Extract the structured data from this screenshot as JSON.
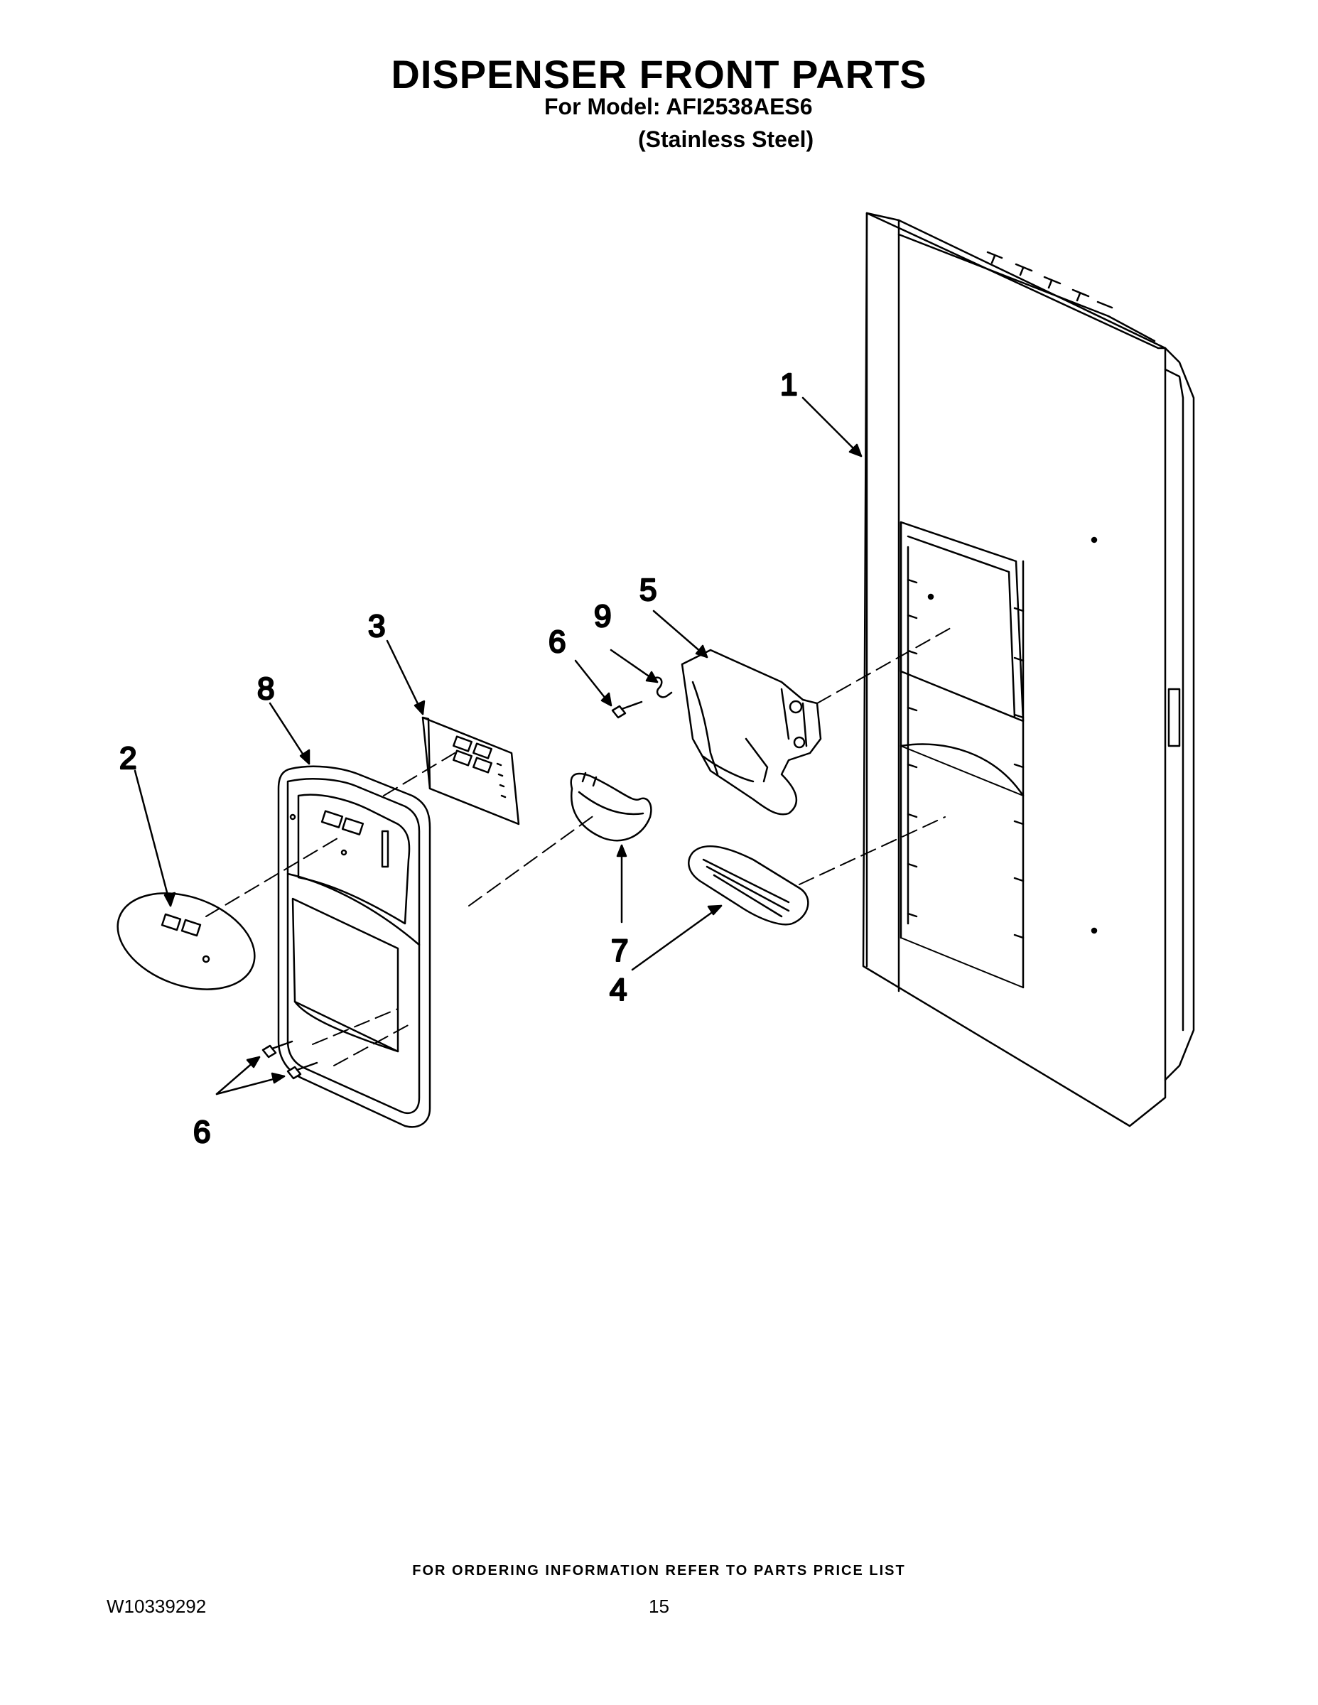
{
  "header": {
    "title": "DISPENSER FRONT PARTS",
    "model_line": "For Model: AFI2538AES6",
    "finish_line": "(Stainless Steel)"
  },
  "callouts": {
    "c1": "1",
    "c2": "2",
    "c3": "3",
    "c4": "4",
    "c5": "5",
    "c6a": "6",
    "c6b": "6",
    "c7": "7",
    "c8": "8",
    "c9": "9"
  },
  "footer": {
    "ordering_note": "FOR ORDERING INFORMATION REFER TO PARTS PRICE LIST",
    "document_number": "W10339292",
    "page_number": "15"
  }
}
